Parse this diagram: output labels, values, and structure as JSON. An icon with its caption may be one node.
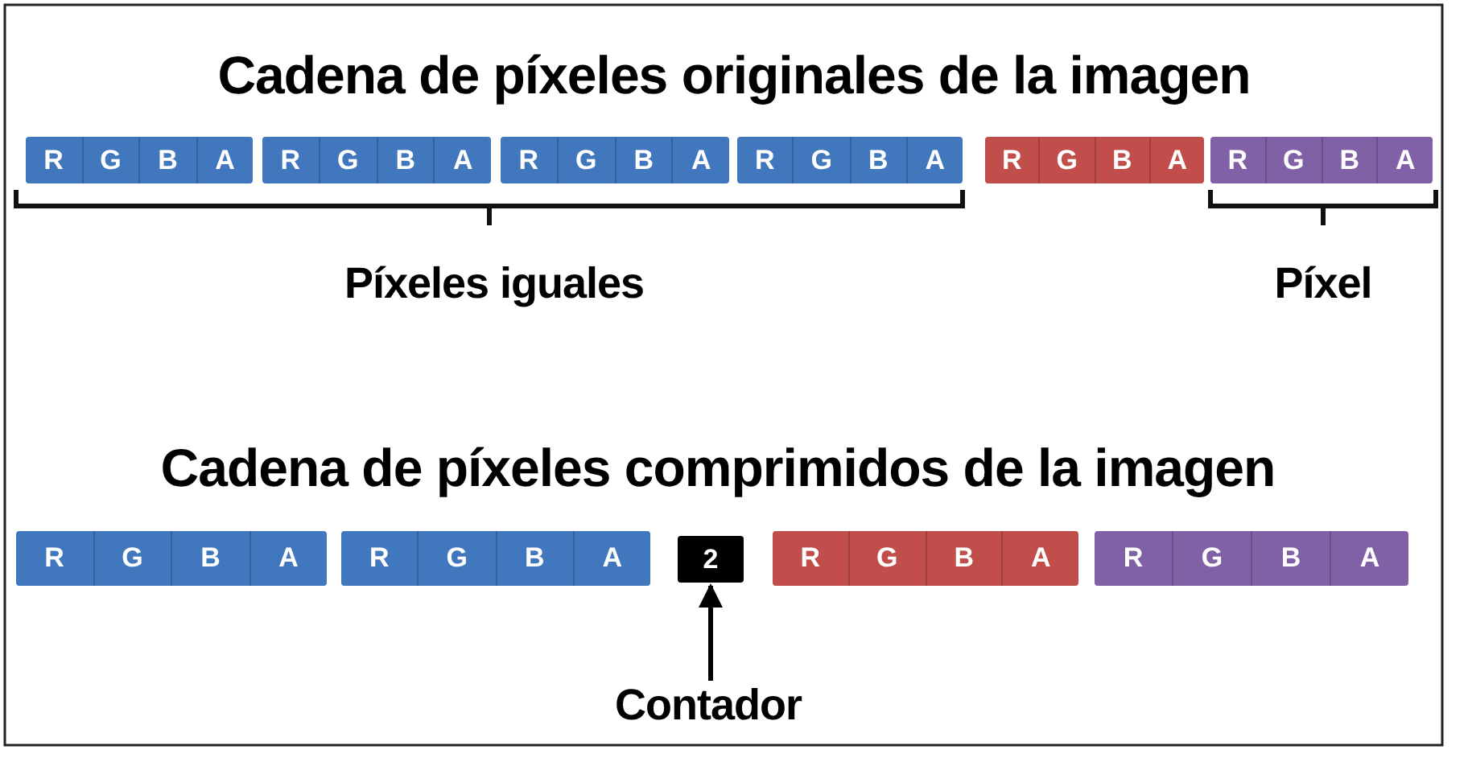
{
  "diagram": {
    "title": "Cadena de píxeles originales de la imagen",
    "nodes": [
      {
        "text": [
          "R",
          "G",
          "B",
          "A"
        ]
      },
      {
        "text": [
          "R",
          "G",
          "B",
          "A"
        ]
      },
      {
        "text": [
          "R",
          "G",
          "B",
          "A"
        ]
      },
      {
        "text": [
          "R",
          "G",
          "B",
          "A"
        ]
      },
      {
        "text": [
          "R",
          "G",
          "B",
          "A"
        ]
      },
      {
        "text": [
          "R",
          "G",
          "B",
          "A"
        ]
      },
      {
        "text": [
          "R",
          "G",
          "B",
          "A"
        ]
      },
      {
        "text": [
          "R",
          "G",
          "B",
          "A"
        ]
      },
      {
        "text": [
          "2"
        ]
      },
      {
        "text": [
          "R",
          "G",
          "B",
          "A"
        ]
      },
      {
        "text": [
          "R",
          "G",
          "B",
          "A"
        ]
      },
      {
        "text": [
          "Contador"
        ]
      }
    ],
    "edges": [
      {
        "from": 11,
        "to": 8,
        "arrow": "to"
      }
    ],
    "labels": [
      "Píxeles iguales",
      "Píxel",
      "Cadena de píxeles comprimidos de la imagen"
    ]
  }
}
